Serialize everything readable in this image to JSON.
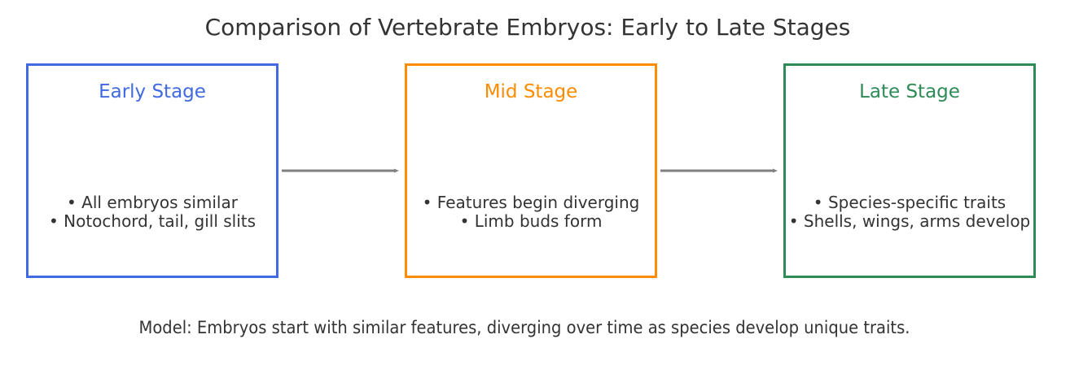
{
  "title": "Comparison of Vertebrate Embryos: Early to Late Stages",
  "stages": [
    {
      "title": "Early Stage",
      "color": "#4169E1",
      "bullets": [
        "• All embryos similar",
        "• Notochord, tail, gill slits"
      ]
    },
    {
      "title": "Mid Stage",
      "color": "#FF8C00",
      "bullets": [
        "• Features begin diverging",
        "• Limb buds form"
      ]
    },
    {
      "title": "Late Stage",
      "color": "#2E8B57",
      "bullets": [
        "• Species-specific traits",
        "• Shells, wings, arms develop"
      ]
    }
  ],
  "arrow_color": "#808080",
  "caption": "Model: Embryos start with similar features, diverging over time as species develop unique traits."
}
